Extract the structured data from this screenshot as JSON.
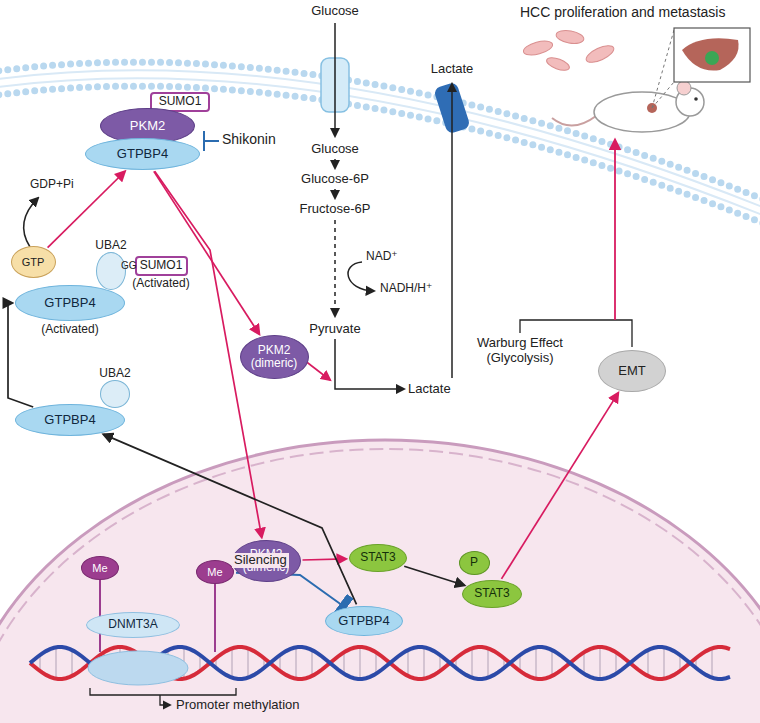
{
  "diagram": {
    "nodes": [
      {
        "text": [
          "SUMO1"
        ]
      },
      {
        "text": [
          "PKM2"
        ]
      },
      {
        "text": [
          "GTPBP4"
        ]
      },
      {
        "text": [
          "GTP"
        ]
      },
      {
        "text": [
          "GTPBP4",
          "(Activated)"
        ]
      },
      {
        "text": [
          "UBA2"
        ]
      },
      {
        "text": [
          "SUMO1",
          "(Activated)"
        ]
      },
      {
        "text": [
          "UBA2"
        ]
      },
      {
        "text": [
          "GTPBP4"
        ]
      },
      {
        "text": [
          "PKM2",
          "(dimeric)"
        ]
      },
      {
        "text": [
          "PKM2",
          "(dimeric)"
        ]
      },
      {
        "text": [
          "STAT3"
        ]
      },
      {
        "text": [
          "STAT3"
        ]
      },
      {
        "text": [
          "P"
        ]
      },
      {
        "text": [
          "EMT"
        ]
      },
      {
        "text": [
          "Me"
        ]
      },
      {
        "text": [
          "Me"
        ]
      },
      {
        "text": [
          "DNMT3A"
        ]
      },
      {
        "text": [
          "GTPBP4"
        ]
      }
    ],
    "edges": [
      {
        "from": 3,
        "to": 2,
        "arrow": "to"
      },
      {
        "from": 8,
        "to": 4,
        "arrow": "to"
      },
      {
        "from": 2,
        "to": 9,
        "arrow": "to"
      },
      {
        "from": 2,
        "to": 10,
        "arrow": "to"
      },
      {
        "from": 10,
        "to": 11,
        "arrow": "to"
      },
      {
        "from": 11,
        "to": 12,
        "arrow": "to"
      },
      {
        "from": 12,
        "to": 14,
        "arrow": "to"
      },
      {
        "from": 18,
        "to": 8,
        "arrow": "to"
      },
      {
        "from": 16,
        "to": 18,
        "label": "Silencing",
        "arrow": "to"
      }
    ],
    "labels": [
      "HCC proliferation and metastasis",
      "Shikonin",
      "GDP+Pi",
      "GG",
      "Glucose",
      "Glucose",
      "Glucose-6P",
      "Fructose-6P",
      "NAD⁺",
      "NADH/H⁺",
      "Pyruvate",
      "Lactate",
      "Lactate",
      "Warburg Effect (Glycolysis)",
      "Promoter methylation"
    ]
  }
}
